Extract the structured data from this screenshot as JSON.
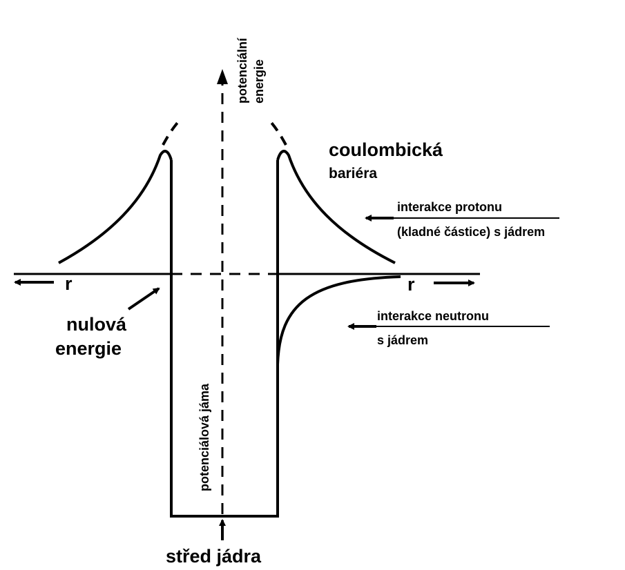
{
  "labels": {
    "y_axis": [
      "potenciální",
      "energie"
    ],
    "coulomb_barrier": [
      "coulombická",
      "bariéra"
    ],
    "proton_interaction": [
      "interakce protonu",
      "(kladné částice) s jádrem"
    ],
    "neutron_interaction": [
      "interakce neutronu",
      "s jádrem"
    ],
    "zero_energy": [
      "nulová",
      "energie"
    ],
    "potential_well": "potenciálová jáma",
    "nucleus_center": "střed jádra",
    "r_left": "r",
    "r_right": "r"
  },
  "colors": {
    "ink": "#000000",
    "background": "#ffffff"
  }
}
